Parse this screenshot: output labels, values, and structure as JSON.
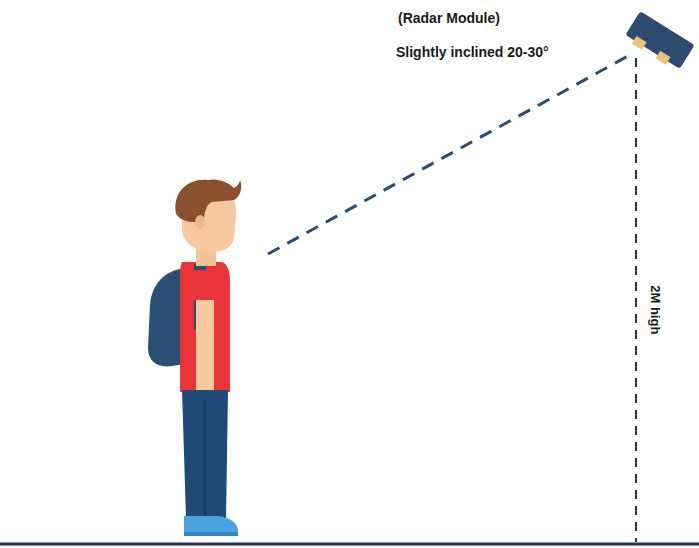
{
  "diagram": {
    "labels": [
      "(Radar Module)",
      "Slightly inclined 20-30°",
      "2M high"
    ]
  }
}
